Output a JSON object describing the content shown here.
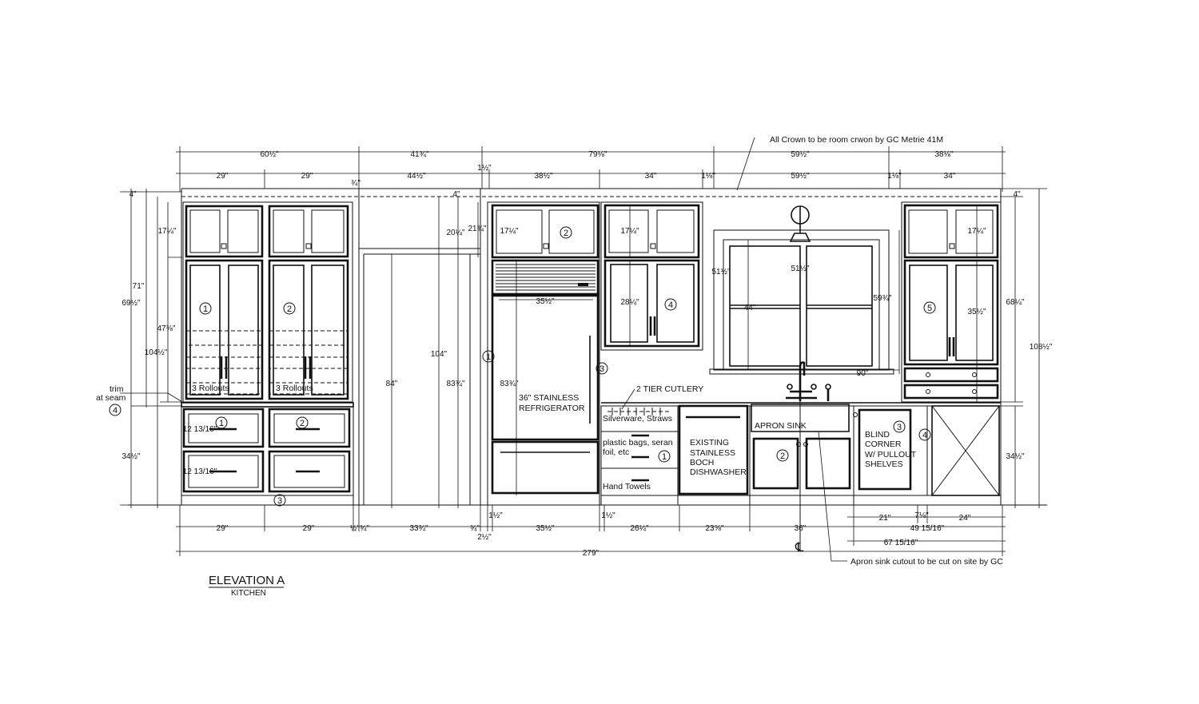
{
  "title_block": {
    "title": "ELEVATION A",
    "subtitle": "KITCHEN"
  },
  "notes": {
    "crown": "All Crown to be room crwon by GC Metrie 41M",
    "apron_cutout": "Apron sink cutout to be cut on site by GC",
    "trim": "trim",
    "at_seam": "at seam",
    "centerline": "℄"
  },
  "labels": {
    "rollouts_1": "3 Rollouts",
    "rollouts_2": "3 Rollouts",
    "fridge_1": "36\" STAINLESS",
    "fridge_2": "REFRIGERATOR",
    "cutlery": "2 TIER CUTLERY",
    "silverware": "Silverware, Straws",
    "bags_1": "plastic bags, seran",
    "bags_2": "foil, etc",
    "towels": "Hand Towels",
    "dw_1": "EXISTING",
    "dw_2": "STAINLESS",
    "dw_3": "BOCH",
    "dw_4": "DISHWASHER",
    "sink": "APRON SINK",
    "blind_1": "BLIND",
    "blind_2": "CORNER",
    "blind_3": "W/ PULLOUT",
    "blind_4": "SHELVES"
  },
  "tags": {
    "upper_1": "1",
    "upper_2": "2",
    "upper_fridge": "2",
    "upper_4": "4",
    "upper_5": "5",
    "drawer_1": "1",
    "drawer_2": "2",
    "toe_3": "3",
    "left_4": "4",
    "pantry_1": "1",
    "fridge_3": "3",
    "base_1": "1",
    "sink_2": "2",
    "blind_3": "3",
    "end_4": "4"
  },
  "dims_top": {
    "d1": "60½\"",
    "d2": "41¾\"",
    "d3": "79⅛\"",
    "d4": "59½\"",
    "d5": "38⅛\"",
    "e1": "29\"",
    "e2": "29\"",
    "e3": "¾\"",
    "e4": "44½\"",
    "e5": "1½\"",
    "e6": "38½\"",
    "e7": "34\"",
    "e8": "1⅛\"",
    "e9": "59½\"",
    "e10": "1⅛\"",
    "e11": "34\""
  },
  "dims_vertical": {
    "h71": "71\"",
    "h69": "69½\"",
    "h104l": "104½\"",
    "h47": "47⅜\"",
    "h17a": "17¼\"",
    "h4a": "4\"",
    "h34l": "34½\"",
    "h1213a": "12 13/16\"",
    "h1213b": "12 13/16\"",
    "h84": "84\"",
    "h104": "104\"",
    "h20": "20¼\"",
    "h21": "21¾\"",
    "h83a": "83¾\"",
    "h4b": "4\"",
    "h17b": "17¼\"",
    "h83b": "83¾\"",
    "h17c": "17¼\"",
    "h28": "28¼\"",
    "h51": "51½\"",
    "h44": "44\"",
    "h59": "59¾\"",
    "h17d": "17¼\"",
    "h35": "35½\"",
    "h68": "68¼\"",
    "h108": "108½\"",
    "h4c": "4\"",
    "h34r": "34½\"",
    "w35": "35½\"",
    "w51": "51½\"",
    "w90": "90\""
  },
  "dims_bottom": {
    "b1": "29\"",
    "b2": "29\"",
    "b3": "½\"",
    "b4": "¾\"",
    "b5": "33¾\"",
    "b6": "¾\"",
    "b7": "1½\"",
    "b8": "35½\"",
    "b9": "1½\"",
    "b10": "26¼\"",
    "b11": "23⅝\"",
    "b12": "36\"",
    "b13": "21\"",
    "b14": "7⅛\"",
    "b15": "24\"",
    "b16": "49 15/16\"",
    "b17": "67 15/16\"",
    "b18": "2½\"",
    "total": "279\""
  }
}
